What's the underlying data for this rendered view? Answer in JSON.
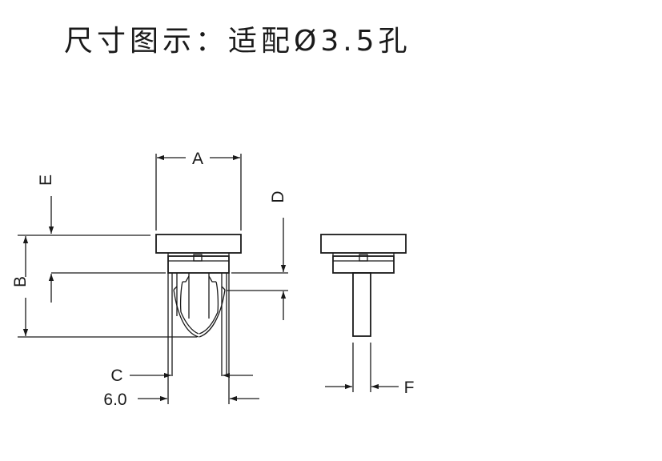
{
  "title": "尺寸图示：适配Ø3.5孔",
  "labels": {
    "a": "A",
    "b": "B",
    "c": "C",
    "d": "D",
    "e": "E",
    "f": "F",
    "six": "6.0"
  }
}
